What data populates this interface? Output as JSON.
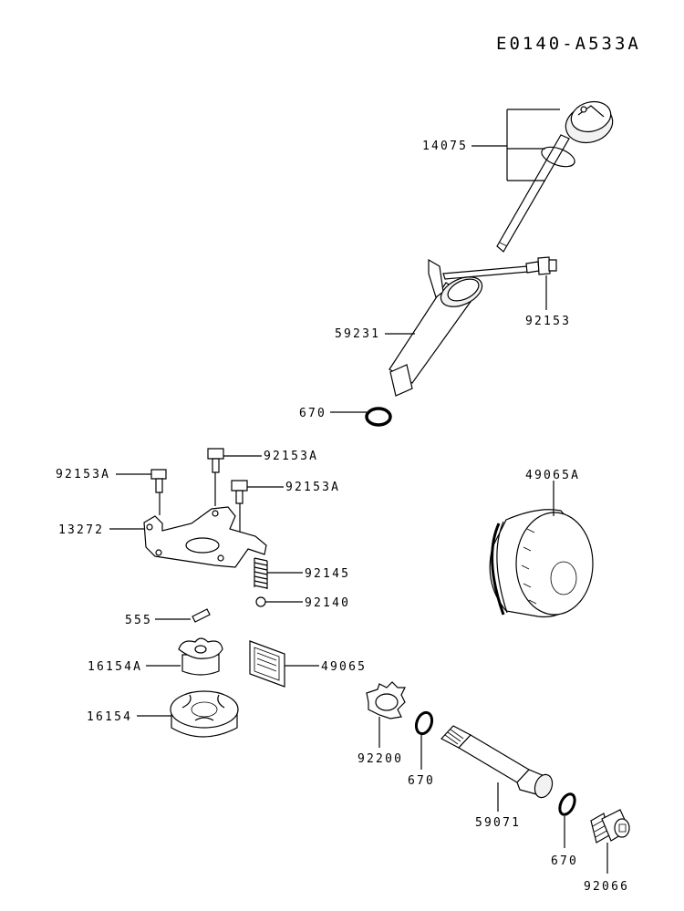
{
  "diagram_code": "E0140-A533A",
  "parts": {
    "p14075": "14075",
    "p92153": "92153",
    "p59231": "59231",
    "p670_top": "670",
    "p92153A_left": "92153A",
    "p92153A_mid": "92153A",
    "p92153A_right": "92153A",
    "p13272": "13272",
    "p92145": "92145",
    "p92140": "92140",
    "p555": "555",
    "p16154A": "16154A",
    "p49065": "49065",
    "p16154": "16154",
    "p49065A": "49065A",
    "p92200": "92200",
    "p670_mid": "670",
    "p59071": "59071",
    "p670_bottom": "670",
    "p92066": "92066"
  }
}
